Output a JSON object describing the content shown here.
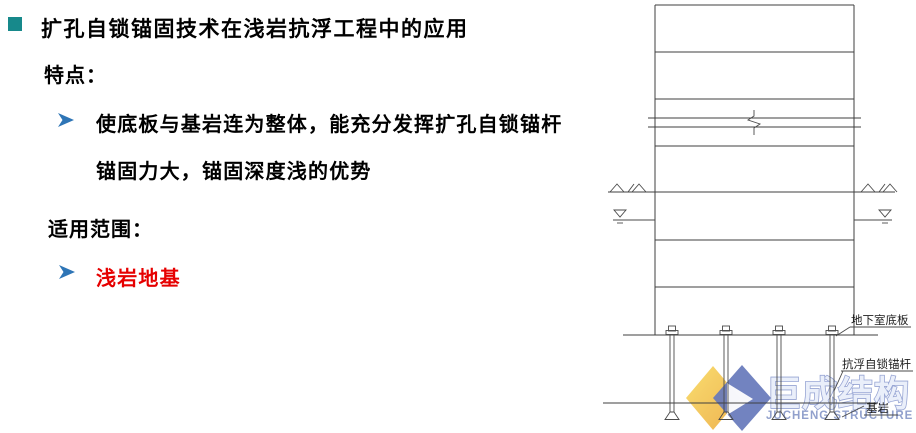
{
  "content": {
    "title": "扩孔自锁锚固技术在浅岩抗浮工程中的应用",
    "features": {
      "heading": "特点：",
      "item_line1": "使底板与基岩连为整体，能充分发挥扩孔自锁锚杆",
      "item_line2": "锚固力大，锚固深度浅的优势"
    },
    "scope": {
      "heading": "适用范围：",
      "item": "浅岩地基"
    }
  },
  "diagram": {
    "labels": {
      "slab": "地下室底板",
      "anchor": "抗浮自锁锚杆",
      "bedrock": "基岩"
    },
    "anchor_count": 4
  },
  "logo": {
    "name_cn": "巨成结构",
    "name_en": "JUCHENG STRUCTURE"
  },
  "icons": {
    "title_bullet": "square-bullet",
    "list_bullet": "arrow-right-bullet",
    "water_table": "inverted-triangle-water-symbol",
    "ground_surface": "caret-hatch-symbol"
  },
  "colors": {
    "bullet_square": "#17898B",
    "arrow_bullet": "#2E75B6",
    "highlight_red": "#E60000",
    "text_black": "#000000",
    "cad_line": "#3F3F3F",
    "logo_gold": "#F2C23C",
    "logo_blue": "#5166B2",
    "logo_text_blue": "#8294C6"
  }
}
